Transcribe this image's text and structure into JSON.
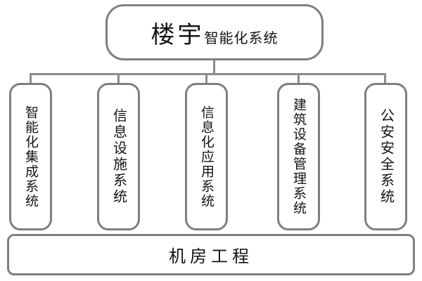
{
  "diagram": {
    "root": {
      "title_large": "楼宇",
      "title_small": "智能化系统"
    },
    "columns": [
      {
        "label": "智能化集成系统"
      },
      {
        "label": "信息设施系统"
      },
      {
        "label": "信息化应用系统"
      },
      {
        "label": "建筑设备管理系统"
      },
      {
        "label": "公安安全系统"
      }
    ],
    "bottom": {
      "label": "机房工程"
    },
    "colors": {
      "border": "#7f7f7f",
      "line": "#8b8b8b",
      "text": "#141414",
      "background": "#ffffff"
    }
  }
}
